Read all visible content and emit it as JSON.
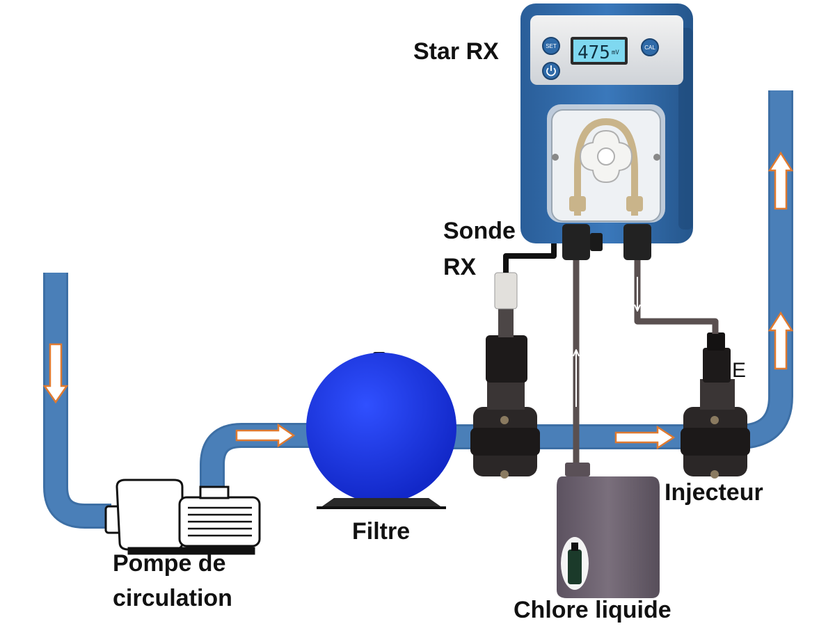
{
  "labels": {
    "controller": "Star RX",
    "probe_line1": "Sonde",
    "probe_line2": "RX",
    "injector": "Injecteur",
    "filter": "Filtre",
    "pump_line1": "Pompe de",
    "pump_line2": "circulation",
    "chlorine": "Chlore liquide",
    "injector_mark": "E"
  },
  "controller_panel": {
    "display_value": "475",
    "display_unit": "mV",
    "set_button": "SET",
    "cal_button": "CAL"
  },
  "colors": {
    "pipe": "#4a7fb8",
    "pipe_edge": "#3d6fa5",
    "filter": "#1f3fe8",
    "controller_body": "#2f6aa8",
    "lcd": "#7fd8f0",
    "tube": "#5a5050",
    "canister": "#6e6470",
    "fitting": "#222222",
    "arrow_fill": "#ffffff",
    "arrow_stroke": "#e07a30"
  },
  "icons": [
    "power-icon",
    "flow-arrow-icon",
    "rotor-icon"
  ]
}
